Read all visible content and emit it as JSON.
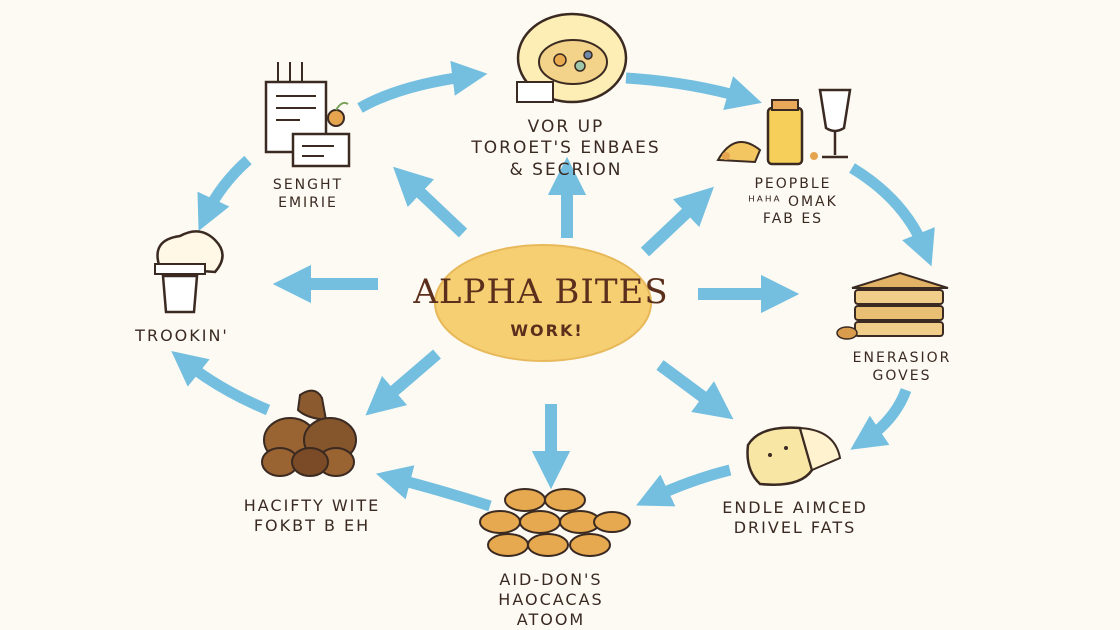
{
  "hub": {
    "title": "ALPHA BITES",
    "subtitle": "WORK!"
  },
  "nodes": [
    {
      "id": "top",
      "lines": [
        "VOR UP",
        "TOROET'S ENBAES",
        "& SECRION"
      ],
      "icon": "bowl-icon"
    },
    {
      "id": "top-right",
      "lines": [
        "PEOPBLE",
        "ᴴᴬᴴᴬ OMAK",
        "FAB ES"
      ],
      "icon": "drinks-icon"
    },
    {
      "id": "right",
      "lines": [
        "ENERASIOR",
        "GOVES"
      ],
      "icon": "crackers-stack-icon"
    },
    {
      "id": "bottom-right",
      "lines": [
        "ENDLE AIMCED",
        "DRIVEL FATS"
      ],
      "icon": "bread-icon"
    },
    {
      "id": "bottom",
      "lines": [
        "AID-DON'S",
        "HAOCACAS",
        "ATOOM"
      ],
      "icon": "cookies-icon"
    },
    {
      "id": "bottom-left",
      "lines": [
        "HACIFTY WITE",
        "FOKBT B EH"
      ],
      "icon": "dough-icon"
    },
    {
      "id": "left",
      "lines": [
        "TROOKIN'"
      ],
      "icon": "cup-icon"
    },
    {
      "id": "top-left",
      "lines": [
        "SENGHT",
        "EMIRIE"
      ],
      "icon": "documents-icon"
    }
  ],
  "colors": {
    "arrow": "#74bfe0",
    "hub_fill": "#f6cf72",
    "text": "#3a2a22",
    "hub_text": "#5b2f1c"
  }
}
